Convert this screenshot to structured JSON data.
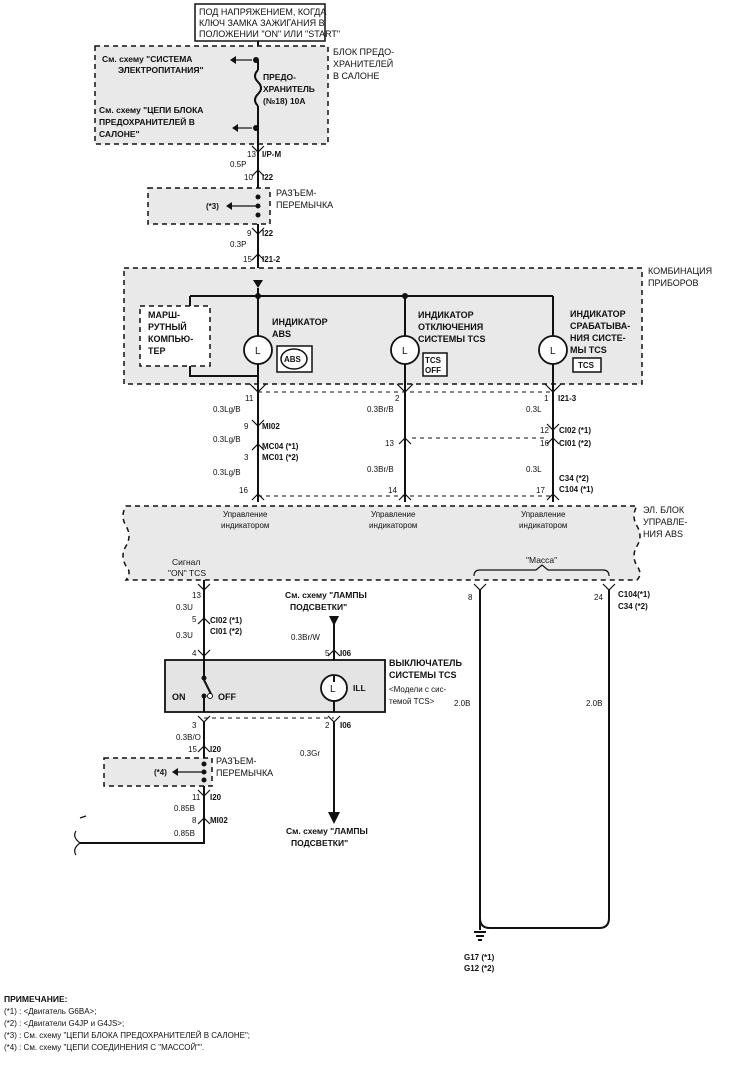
{
  "header_box": {
    "line1": "ПОД НАПРЯЖЕНИЕМ, КОГДА",
    "line2": "КЛЮЧ ЗАМКА ЗАЖИГАНИЯ В",
    "line3": "ПОЛОЖЕНИИ \"ON\" ИЛИ \"START\""
  },
  "fuse_block": {
    "title1": "БЛОК ПРЕДО-",
    "title2": "ХРАНИТЕЛЕЙ",
    "title3": "В САЛОНЕ",
    "ref_power1": "См. схему \"СИСТЕМА",
    "ref_power2": "ЭЛЕКТРОПИТАНИЯ\"",
    "fuse1": "ПРЕДО-",
    "fuse2": "ХРАНИТЕЛЬ",
    "fuse3": "(№18) 10А",
    "ref_fuse1": "См. схему \"ЦЕПИ БЛОКА",
    "ref_fuse2": "ПРЕДОХРАНИТЕЛЕЙ В",
    "ref_fuse3": "САЛОНЕ\""
  },
  "top_wire": {
    "pin13": "13",
    "ipm": "I/P-M",
    "w05p": "0.5P",
    "pin10": "10",
    "i22a": "I22",
    "jumper1": "РАЗЪЕМ-",
    "jumper2": "ПЕРЕМЫЧКА",
    "note3": "(*3)",
    "pin9": "9",
    "i22b": "I22",
    "w03p": "0.3P",
    "pin15": "15",
    "i212": "I21-2"
  },
  "cluster": {
    "title1": "КОМБИНАЦИЯ",
    "title2": "ПРИБОРОВ",
    "trip1": "МАРШ-",
    "trip2": "РУТНЫЙ",
    "trip3": "КОМПЬЮ-",
    "trip4": "ТЕР",
    "abs1": "ИНДИКАТОР",
    "abs2": "ABS",
    "abs_badge": "ABS",
    "tcsoff1": "ИНДИКАТОР",
    "tcsoff2": "ОТКЛЮЧЕНИЯ",
    "tcsoff3": "СИСТЕМЫ TCS",
    "tcsoff_badge1": "TCS",
    "tcsoff_badge2": "OFF",
    "tcs1": "ИНДИКАТОР",
    "tcs2": "СРАБАТЫВА-",
    "tcs3": "НИЯ СИСТЕ-",
    "tcs4": "МЫ TCS",
    "tcs_badge": "TCS",
    "bulb": "L"
  },
  "mid_wires": {
    "p11": "11",
    "p2": "2",
    "p1": "1",
    "i213": "I21-3",
    "w1": "0.3Lg/B",
    "w2": "0.3Br/B",
    "w3": "0.3L",
    "p9": "9",
    "mi02": "MI02",
    "p12": "12",
    "ci02": "CI02 (*1)",
    "p13": "13",
    "ci01": "CI01 (*2)",
    "w4": "0.3Lg/B",
    "p3": "3",
    "mc04": "MC04 (*1)",
    "mc01": "MC01 (*2)",
    "p16a": "16",
    "w5": "0.3Lg/B",
    "w6": "0.3Br/B",
    "w7": "0.3L",
    "c34": "C34  (*2)",
    "c104": "C104 (*1)",
    "p16b": "16",
    "p14": "14",
    "p17": "17"
  },
  "abs_unit": {
    "title1": "ЭЛ. БЛОК",
    "title2": "УПРАВЛЕ-",
    "title3": "НИЯ ABS",
    "ctl1a": "Управление",
    "ctl1b": "индикатором",
    "ctl2a": "Управление",
    "ctl2b": "индикатором",
    "ctl3a": "Управление",
    "ctl3b": "индикатором",
    "signal1": "Сигнал",
    "signal2": "\"ON\" TCS",
    "mass": "\"Масса\""
  },
  "lower": {
    "p13": "13",
    "w03u": "0.3U",
    "p5": "5",
    "ci02": "CI02 (*1)",
    "ci01": "CI01 (*2)",
    "w03ub": "0.3U",
    "p4": "4",
    "ref_light1": "См. схему \"ЛАМПЫ",
    "ref_light2": "ПОДСВЕТКИ\"",
    "w03brw": "0.3Br/W",
    "p5b": "5",
    "i06a": "I06",
    "p8": "8",
    "p24": "24",
    "c104": "C104(*1)",
    "c34": "C34  (*2)",
    "switch1": "ВЫКЛЮЧАТЕЛЬ",
    "switch2": "СИСТЕМЫ TCS",
    "switch3": "<Модели с сис-",
    "switch4": "темой TCS>",
    "w20b": "2.0B",
    "w20b2": "2.0B",
    "on": "ON",
    "off": "OFF",
    "ill": "ILL",
    "p3": "3",
    "p2": "2",
    "i06b": "I06",
    "w03o": "0.3B/O",
    "p15": "15",
    "i20a": "I20",
    "w03gr": "0.3Gr",
    "jumper1": "РАЗЪЕМ-",
    "jumper2": "ПЕРЕМЫЧКА",
    "note4": "(*4)",
    "p11": "11",
    "i20b": "I20",
    "w085a": "0.85B",
    "p8b": "8",
    "mi02": "MI02",
    "w085b": "0.85B",
    "ref_light3": "См. схему \"ЛАМПЫ",
    "ref_light4": "ПОДСВЕТКИ\"",
    "g17": "G17 (*1)",
    "g12": "G12 (*2)"
  },
  "notes": {
    "title": "ПРИМЕЧАНИЕ:",
    "n1": "(*1) : <Двигатель G6BA>;",
    "n2": "(*2) : <Двигатели G4JP и G4JS>;",
    "n3": "(*3) : См. схему \"ЦЕПИ БЛОКА ПРЕДОХРАНИТЕЛЕЙ В САЛОНЕ\";",
    "n4": "(*4) : См. схему \"ЦЕПИ СОЕДИНЕНИЯ С \"МАССОЙ\"\"."
  }
}
